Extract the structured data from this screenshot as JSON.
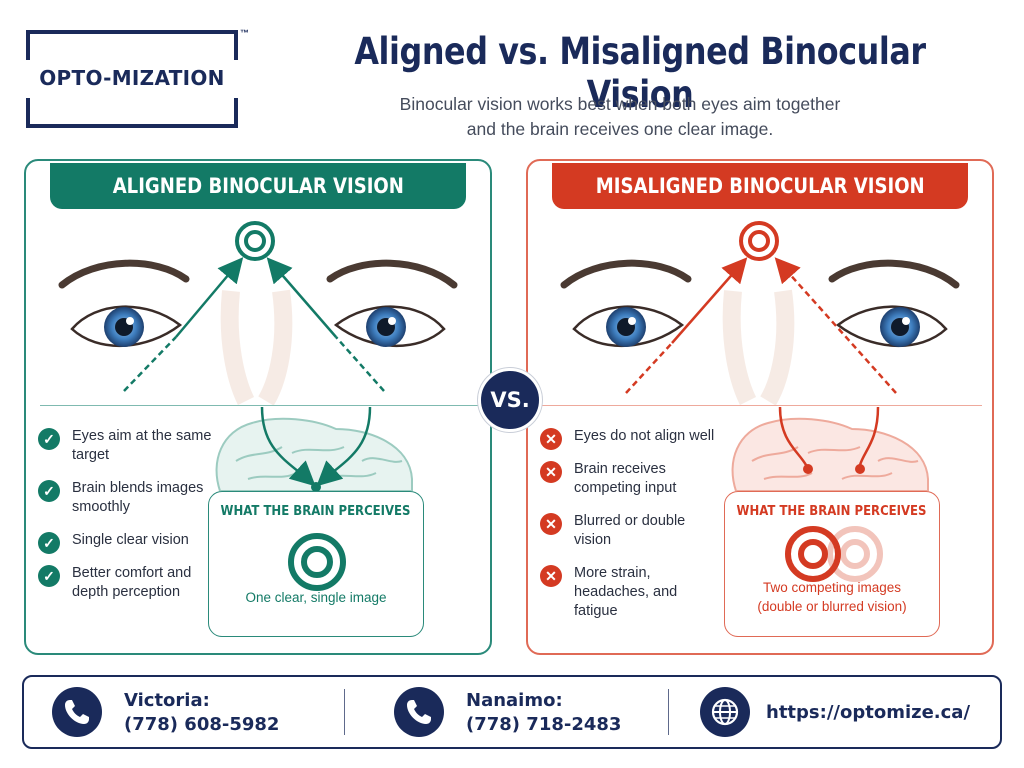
{
  "brand": {
    "logo_text": "OPTO-MIZATION",
    "trademark": "™"
  },
  "header": {
    "title": "Aligned vs. Misaligned Binocular Vision",
    "subtitle_line1": "Binocular vision works best when both eyes aim together",
    "subtitle_line2": "and the brain receives one clear image."
  },
  "aligned": {
    "heading": "ALIGNED BINOCULAR VISION",
    "items": [
      "Eyes aim at the same target",
      "Brain blends images smoothly",
      "Single clear vision",
      "Better comfort and depth perception"
    ],
    "perceives_title": "WHAT THE BRAIN PERCEIVES",
    "caption": "One clear, single image",
    "item_icon": "check-icon",
    "color": "#137a66"
  },
  "misaligned": {
    "heading": "MISALIGNED BINOCULAR VISION",
    "items": [
      "Eyes do not align well",
      "Brain receives competing input",
      "Blurred or double vision",
      "More strain, headaches, and fatigue"
    ],
    "perceives_title": "WHAT THE BRAIN PERCEIVES",
    "caption_line1": "Two competing images",
    "caption_line2": "(double or blurred vision)",
    "item_icon": "x-icon",
    "color": "#d43a22"
  },
  "vs_label": "VS.",
  "footer": {
    "victoria_label": "Victoria:",
    "victoria_phone": "(778) 608-5982",
    "nanaimo_label": "Nanaimo:",
    "nanaimo_phone": "(778) 718-2483",
    "website": "https://optomize.ca/",
    "accent": "#1a2a5a"
  }
}
